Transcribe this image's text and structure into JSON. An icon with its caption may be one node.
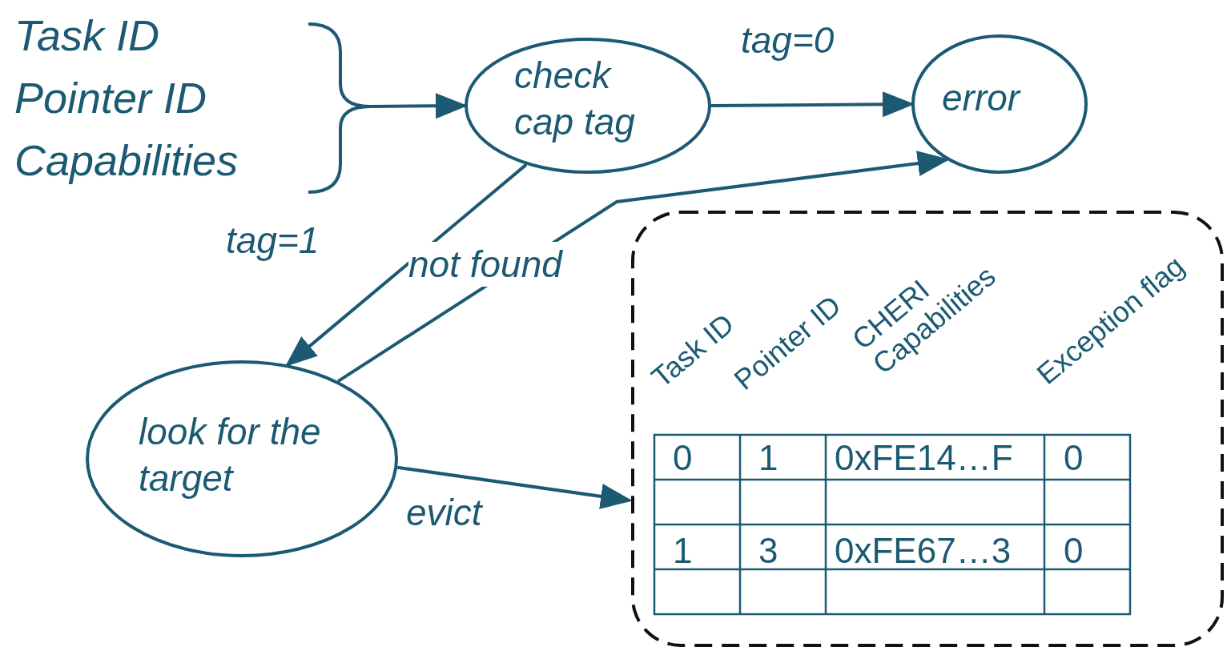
{
  "diagram": {
    "nodes": [
      {
        "text": [
          "Task ID",
          "Pointer ID",
          "Capabilities"
        ]
      },
      {
        "text": [
          "check cap tag"
        ]
      },
      {
        "text": [
          "error"
        ]
      },
      {
        "text": [
          "look for the target"
        ]
      },
      {
        "text": [],
        "shape": "box"
      }
    ],
    "edges": [
      {
        "from": 0,
        "to": 1,
        "arrow": "to"
      },
      {
        "from": 1,
        "to": 2,
        "arrow": "to",
        "label": "tag=0"
      },
      {
        "from": 1,
        "to": 3,
        "arrow": "to",
        "label": "tag=1"
      },
      {
        "from": 3,
        "to": 2,
        "arrow": "to",
        "label": "not found"
      },
      {
        "from": 3,
        "to": 4,
        "arrow": "to",
        "label": "evict"
      }
    ],
    "labels": [
      "Task ID",
      "Pointer ID",
      "CHERI Capabilities",
      "Exception flag",
      "0",
      "1",
      "0xFE14…F",
      "0",
      "1",
      "3",
      "0xFE67…3",
      "0"
    ]
  }
}
